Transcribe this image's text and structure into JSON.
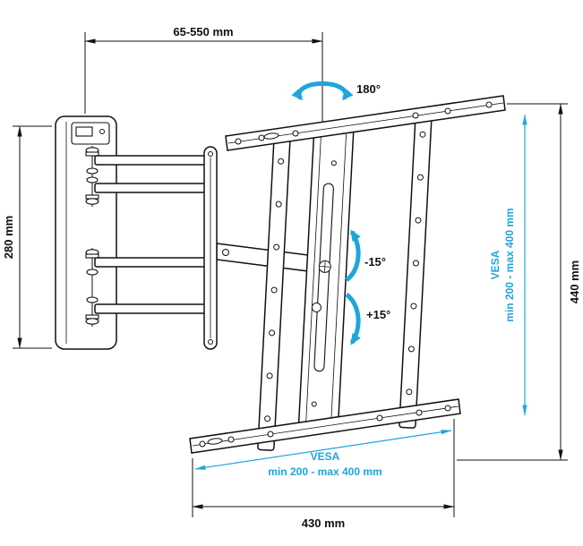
{
  "colors": {
    "accent": "#1EA6DC",
    "ink": "#111111"
  },
  "labels": {
    "extension_range": "65-550 mm",
    "swivel_angle": "180°",
    "plate_height": "280 mm",
    "bracket_height": "440 mm",
    "bracket_width": "430 mm",
    "tilt_minus": "-15°",
    "tilt_plus": "+15°",
    "vesa_title": "VESA",
    "vesa_range": "min 200 - max 400 mm"
  }
}
